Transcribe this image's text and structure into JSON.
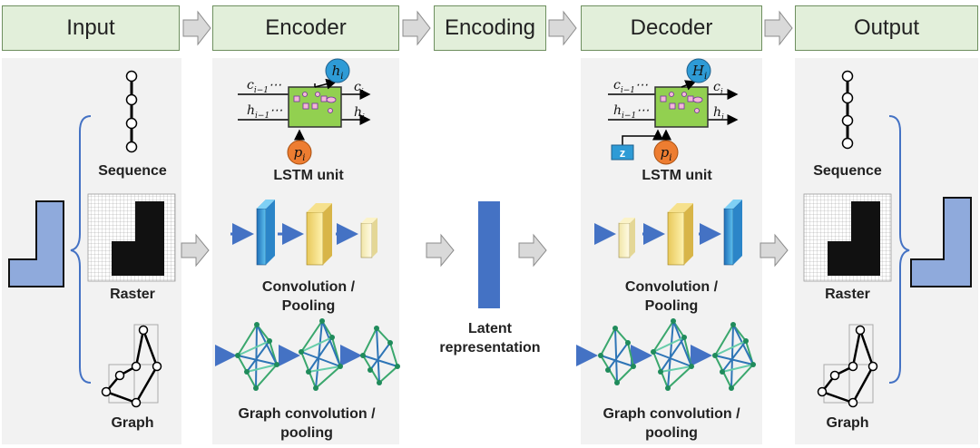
{
  "stages": {
    "input": "Input",
    "encoder": "Encoder",
    "encoding": "Encoding",
    "decoder": "Decoder",
    "output": "Output"
  },
  "input_panel": {
    "sequence": "Sequence",
    "raster": "Raster",
    "graph": "Graph"
  },
  "encoder_panel": {
    "lstm_label": "LSTM unit",
    "conv_label": "Convolution /\nPooling",
    "graph_label": "Graph convolution /\npooling",
    "lstm_vars": {
      "top": "h",
      "bottom": "p",
      "left1": "c",
      "left2": "h",
      "right1": "c",
      "right2": "h"
    }
  },
  "encoding_panel": {
    "latent_label": "Latent\nrepresentation"
  },
  "decoder_panel": {
    "lstm_label": "LSTM unit",
    "conv_label": "Convolution /\nPooling",
    "graph_label": "Graph convolution /\npooling",
    "z_label": "z",
    "lstm_vars": {
      "top": "H",
      "bottom": "p"
    }
  },
  "output_panel": {
    "sequence": "Sequence",
    "raster": "Raster",
    "graph": "Graph"
  },
  "colors": {
    "stage_fill": "#e2efda",
    "panel_fill": "#f2f2f2",
    "shape_fill": "#8faadc",
    "latent_fill": "#4472c4",
    "arrow_fill": "#bfbfbf",
    "brace": "#4472c4",
    "lstm_fill": "#92d050",
    "h_node": "#2e9bd6",
    "p_node": "#ed7d31"
  }
}
